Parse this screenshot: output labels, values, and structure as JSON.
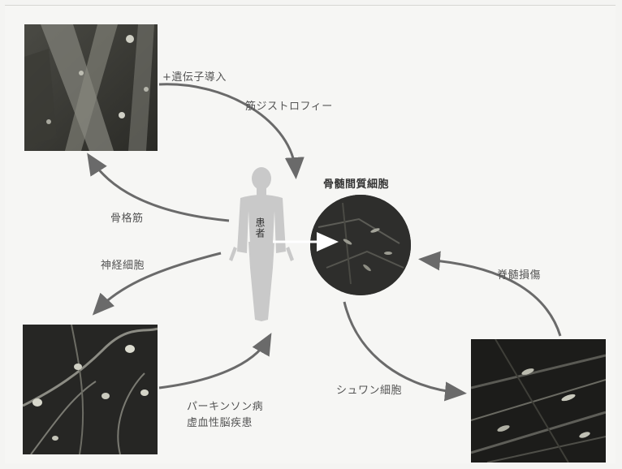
{
  "labels": {
    "gene_transfer": "+遺伝子導入",
    "muscular_dystrophy": "筋ジストロフィー",
    "skeletal_muscle": "骨格筋",
    "nerve_cells": "神経細胞",
    "parkinsons": "パーキンソン病",
    "ischemic": "虚血性脳疾患",
    "patient": "患者",
    "bone_marrow_stromal": "骨髄間質細胞",
    "spinal_injury": "脊髄損傷",
    "schwann_cells": "シュワン細胞"
  },
  "colors": {
    "arrow": "#6a6a6a",
    "figure": "#c9c9c9",
    "photo_dark": "#1e1e1e"
  }
}
